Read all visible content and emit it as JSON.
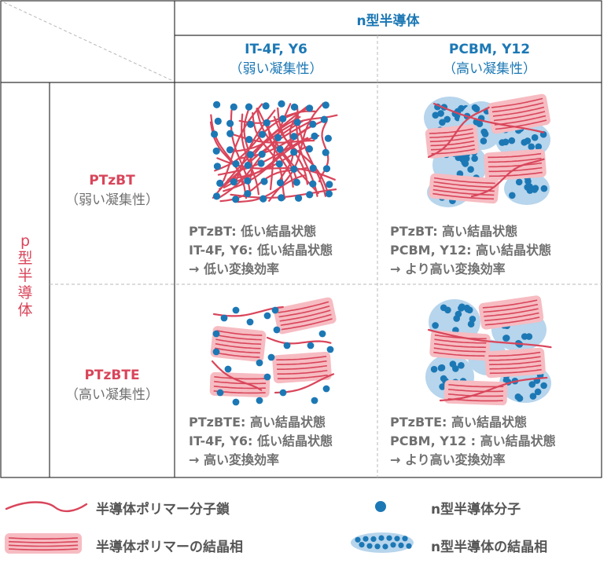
{
  "header": {
    "n_type": "n型半導体",
    "p_type_chars": [
      "p",
      "型",
      "半",
      "導",
      "体"
    ]
  },
  "columns": [
    {
      "title": "IT-4F, Y6",
      "subtitle": "（弱い凝集性）"
    },
    {
      "title": "PCBM, Y12",
      "subtitle": "（高い凝集性）"
    }
  ],
  "rows": [
    {
      "title": "PTzBT",
      "subtitle": "（弱い凝集性）"
    },
    {
      "title": "PTzBTE",
      "subtitle": "（高い凝集性）"
    }
  ],
  "cells": {
    "r1c1": [
      "PTzBT: 低い結晶状態",
      "IT-4F, Y6: 低い結晶状態",
      "→ 低い変換効率"
    ],
    "r1c2": [
      "PTzBT: 高い結晶状態",
      "PCBM, Y12: 高い結晶状態",
      "→ より高い変換効率"
    ],
    "r2c1": [
      "PTzBTE: 高い結晶状態",
      "IT-4F, Y6: 低い結晶状態",
      "→ 高い変換効率"
    ],
    "r2c2": [
      "PTzBTE: 高い結晶状態",
      "PCBM, Y12 : 高い結晶状態",
      "→ より高い変換効率"
    ]
  },
  "legend": {
    "chain": "半導体ポリマー分子鎖",
    "polymer_crystal": "半導体ポリマーの結晶相",
    "molecule": "n型半導体分子",
    "n_crystal": "n型半導体の結晶相"
  },
  "colors": {
    "polymer_line": "#d9455a",
    "polymer_fill": "#f6bcc2",
    "molecule": "#1c78b5",
    "molecule_fill": "#b7d5ec",
    "border": "#333333",
    "grid_dash": "#b8b8b8"
  }
}
